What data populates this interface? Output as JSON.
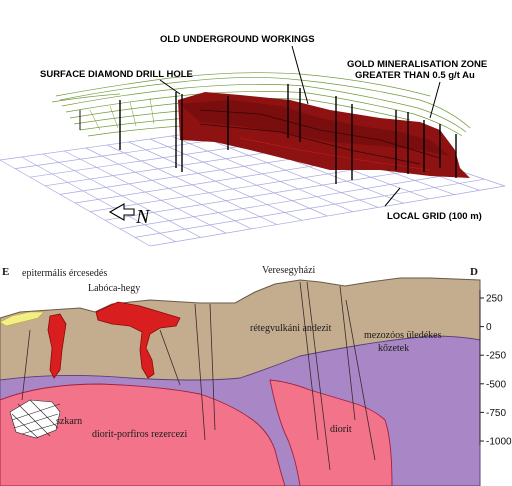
{
  "model3d": {
    "labels": {
      "old_workings": "OLD UNDERGROUND WORKINGS",
      "drill_hole": "SURFACE DIAMOND DRILL HOLE",
      "gold_zone_line1": "GOLD MINERALISATION ZONE",
      "gold_zone_line2": "GREATER THAN 0.5 g/t Au",
      "local_grid": "LOCAL GRID (100 m)",
      "north": "N"
    },
    "colors": {
      "orebody": "#8e1212",
      "grid": "#a8a8e0",
      "contours": "#6f9a3a"
    }
  },
  "section": {
    "labels": {
      "left_end": "E",
      "right_end": "D",
      "epithermal": "epitermális ércesedés",
      "laboca": "Labóca-hegy",
      "veresegyhaz": "Veresegyházi",
      "stratovolcano": "rétegvulkáni andezit",
      "mesozoic_line1": "mezozóos üledékes",
      "mesozoic_line2": "kőzetek",
      "skarn": "szkarn",
      "porphyry": "diorit-porfiros rezercezi",
      "diorite": "diorit"
    },
    "depth_ticks": [
      "250",
      "0",
      "-250",
      "-500",
      "-750",
      "-1000"
    ],
    "colors": {
      "andesite": "#c4ad8f",
      "mesozoic": "#a987c7",
      "diorite": "#f2738a",
      "epithermal": "#d81e1e",
      "surface_deposit": "#f4ee86"
    }
  }
}
